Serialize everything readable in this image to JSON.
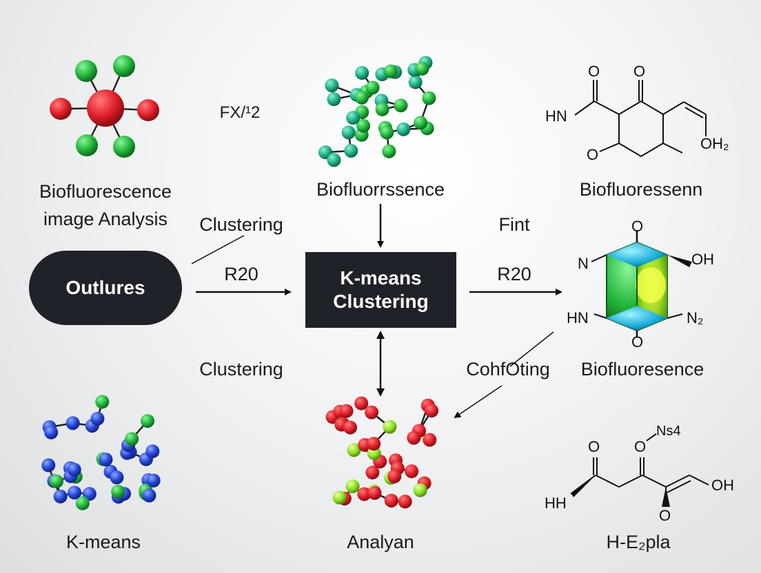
{
  "labels": {
    "top_left": "Biofluorescence\nimage Analysis",
    "top_mid_formula": "FX/¹2",
    "top_center": "Biofluorrssence",
    "top_right": "Biofluoressenn",
    "clustering_upper": "Clustering",
    "fint": "Fint",
    "r20_left": "R20",
    "r20_right": "R20",
    "clustering_lower": "Clustering",
    "cohfoting": "CohfOting",
    "biofluoresence": "Biofluoresence",
    "bottom_left": "K-means",
    "bottom_center": "Analyan",
    "bottom_right": "H-E₂pla"
  },
  "nodes": {
    "outliers": "Outlures",
    "kmeans_line1": "K-means",
    "kmeans_line2": "Clustering"
  },
  "chem_top_right": {
    "hn": "HN",
    "o1": "O",
    "o2": "O",
    "o3": "O",
    "oh2": "OH₂"
  },
  "chem_mid_right": {
    "o_top": "O",
    "oh": "OH",
    "n": "N",
    "hn": "HN",
    "n2": "N₂",
    "o_bottom": "O"
  },
  "chem_bottom_right": {
    "ns4": "Ns4",
    "o1": "O",
    "o2": "O",
    "oh": "OH",
    "hh": "HH",
    "o3": "O"
  },
  "colors": {
    "red": "#e0202a",
    "green": "#22b53a",
    "teal": "#1fae86",
    "blue": "#2546d6",
    "lime": "#8fe020",
    "node_bg": "#1f2228"
  }
}
